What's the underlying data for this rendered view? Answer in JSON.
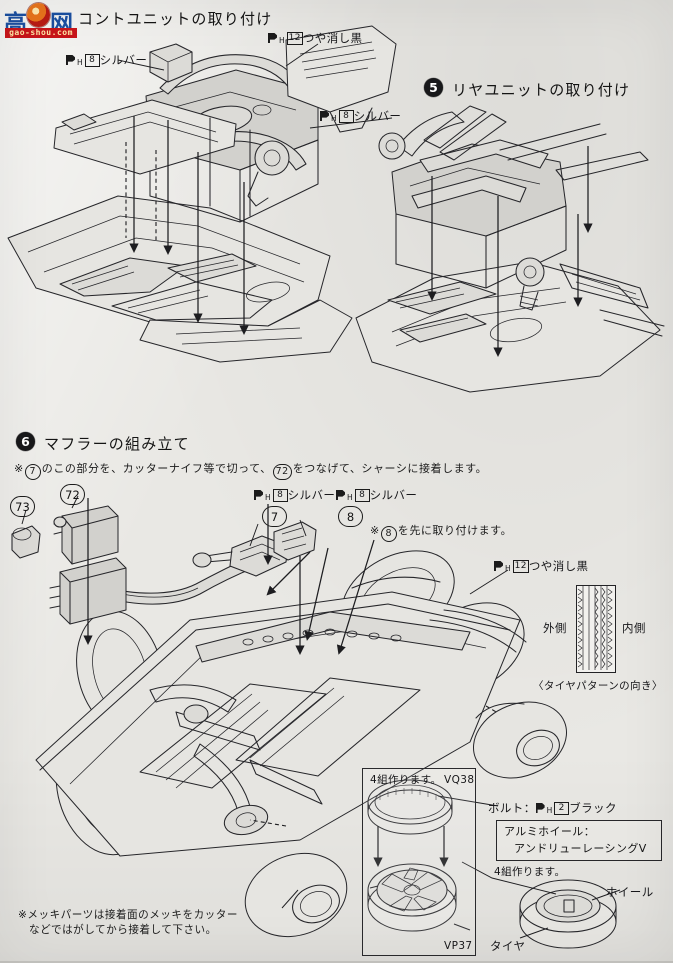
{
  "page": {
    "background": "#e9e8e4",
    "ink": "#1b1b1b",
    "watermark": {
      "glyph_left": "高",
      "glyph_right": "网",
      "url": "gao-shou.com",
      "brand_blue": "#1b4fa0",
      "brand_red": "#c8151a"
    }
  },
  "step4": {
    "title": "コントユニットの取り付け",
    "labels": {
      "silver_left": "シルバー",
      "matte_black": "つや消し黒",
      "silver_right": "シルバー",
      "paint_silver_code": "8",
      "paint_black_code": "12",
      "paint_prefix": "P",
      "paint_sub": "H"
    }
  },
  "step5": {
    "number": "5",
    "title": "リヤユニットの取り付け"
  },
  "step6": {
    "number": "6",
    "title": "マフラーの組み立て",
    "note_pre": "※",
    "note_a": "のこの部分を、カッターナイフ等で切って、",
    "note_b": "をつなげて、シャーシに接着します。",
    "note_part_1": "7",
    "note_part_2": "72",
    "parts": {
      "p72": "72",
      "p73": "73",
      "p7": "7",
      "p8": "8"
    },
    "labels": {
      "silver_7": "シルバー",
      "silver_8": "シルバー",
      "matte_black": "つや消し黒",
      "paint_silver_code": "8",
      "paint_black_code": "12"
    },
    "order_note_pre": "※",
    "order_note_part": "8",
    "order_note": "を先に取り付けます。"
  },
  "tire_pattern": {
    "outside": "外側",
    "inside": "内側",
    "caption": "〈タイヤパターンの向き〉"
  },
  "wheel_panel": {
    "make_sets_top": "4組作ります。",
    "rim_part": "VQ38",
    "wheel_part": "VP37"
  },
  "wheel_callouts": {
    "bolt_label": "ボルト：",
    "bolt_color": "ブラック",
    "bolt_paint_code": "2",
    "box_line1": "アルミホイール：",
    "box_line2": "アンドリューレーシングV",
    "make_sets": "4組作ります。",
    "wheel": "ホイール",
    "tire": "タイヤ"
  },
  "footer_note": {
    "line1": "※メッキパーツは接着面のメッキをカッター",
    "line2": "などではがしてから接着して下さい。"
  }
}
